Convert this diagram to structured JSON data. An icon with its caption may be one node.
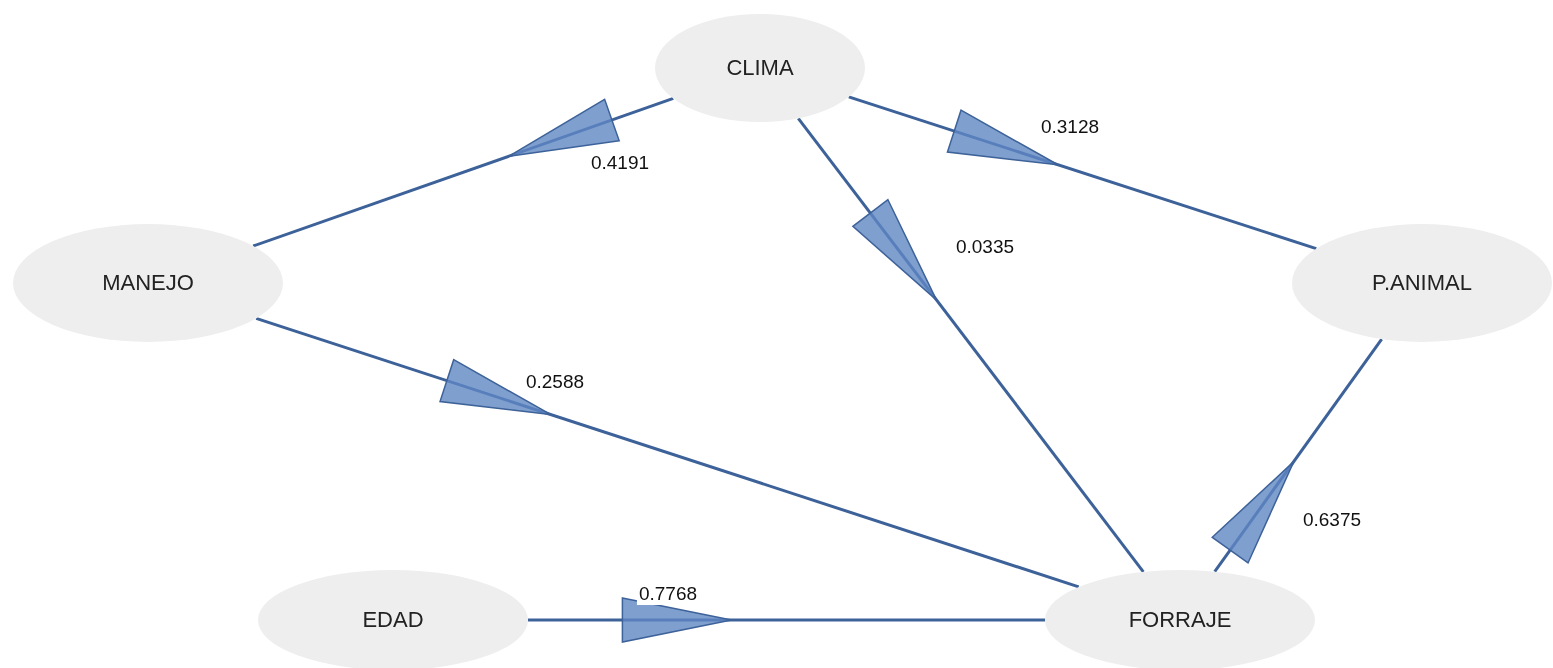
{
  "diagram": {
    "nodes": [
      {
        "text": [
          "CLIMA"
        ]
      },
      {
        "text": [
          "MANEJO"
        ]
      },
      {
        "text": [
          "P.ANIMAL"
        ]
      },
      {
        "text": [
          "EDAD"
        ]
      },
      {
        "text": [
          "FORRAJE"
        ]
      }
    ],
    "edges": [
      {
        "from": 0,
        "to": 1,
        "arrow": "to",
        "label": "0.4191"
      },
      {
        "from": 0,
        "to": 2,
        "arrow": "to",
        "label": "0.3128"
      },
      {
        "from": 0,
        "to": 4,
        "arrow": "to",
        "label": "0.0335"
      },
      {
        "from": 1,
        "to": 4,
        "arrow": "to",
        "label": "0.2588"
      },
      {
        "from": 3,
        "to": 4,
        "arrow": "to",
        "label": "0.7768"
      },
      {
        "from": 4,
        "to": 2,
        "arrow": "to",
        "label": "0.6375"
      }
    ]
  }
}
